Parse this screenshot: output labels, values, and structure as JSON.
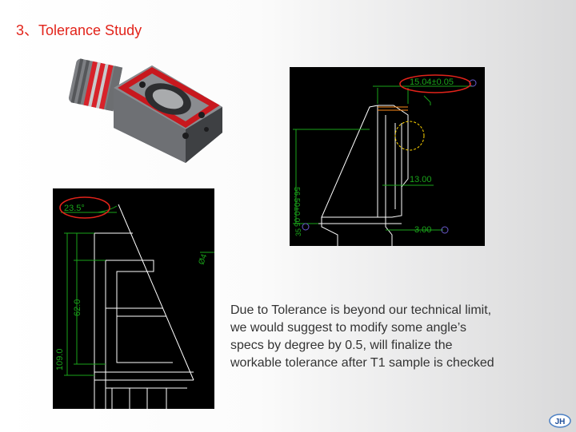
{
  "slide": {
    "title": "3、Tolerance Study",
    "description_lines": [
      "Due to Tolerance is beyond our technical limit,",
      "we would suggest to modify some angle’s",
      "specs by degree by 0.5, will finalize the",
      "workable tolerance after T1 sample is checked"
    ]
  },
  "drawing_top": {
    "dim_width": "15.04±0.05",
    "dim_mid": "13.00",
    "dim_bottom": "3.00",
    "dim_vertical": "56.50±0.05",
    "dim_small": "35"
  },
  "drawing_bottom": {
    "angle": "23.5°",
    "dim_inner": "62.0",
    "dim_outer": "109.0",
    "dim_diameter": "Ø4"
  },
  "logo": {
    "text": "JH"
  },
  "colors": {
    "title": "#e2231a",
    "highlight_ring": "#e2231a",
    "cad_green": "#1aa51a",
    "cad_white": "#ffffff"
  }
}
